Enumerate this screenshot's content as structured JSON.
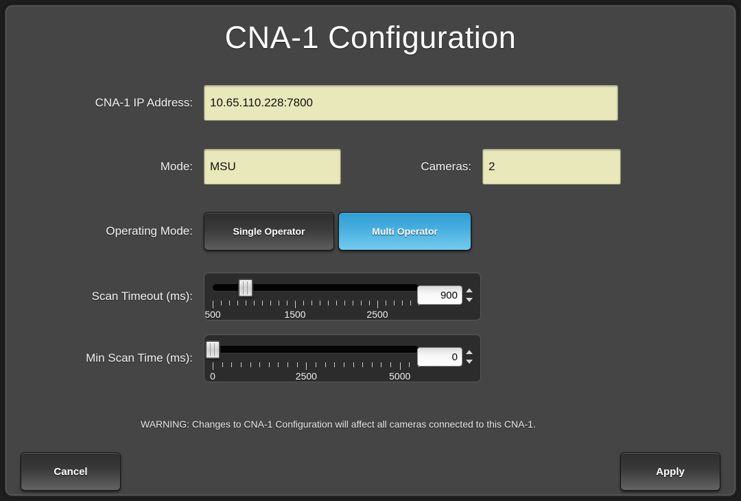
{
  "window": {
    "title": "CNA-1 Configuration"
  },
  "fields": {
    "ip": {
      "label": "CNA-1 IP Address:",
      "value": "10.65.110.228:7800"
    },
    "mode": {
      "label": "Mode:",
      "value": "MSU"
    },
    "cameras": {
      "label": "Cameras:",
      "value": "2"
    }
  },
  "operating_mode": {
    "label": "Operating Mode:",
    "options": [
      "Single Operator",
      "Multi Operator"
    ],
    "selected": "Multi Operator"
  },
  "sliders": {
    "scan_timeout": {
      "label": "Scan Timeout (ms):",
      "value": "900",
      "min": 500,
      "max": 3000,
      "tick_labels": [
        "500",
        "1500",
        "2500"
      ],
      "tick_label_values": [
        500,
        1500,
        2500
      ],
      "minor_tick_step": 100
    },
    "min_scan_time": {
      "label": "Min Scan Time (ms):",
      "value": "0",
      "min": 0,
      "max": 5500,
      "tick_labels": [
        "0",
        "2500",
        "5000"
      ],
      "tick_label_values": [
        0,
        2500,
        5000
      ],
      "minor_tick_step": 250
    }
  },
  "warning": {
    "text": "WARNING: Changes to CNA-1 Configuration will affect all cameras connected to this CNA-1."
  },
  "buttons": {
    "cancel": "Cancel",
    "apply": "Apply"
  },
  "colors": {
    "window_bg": "#454545",
    "field_bg": "#e8e8bb",
    "accent_blue": "#46aedf",
    "text": "#ffffff",
    "panel_bg": "#2c2c2c"
  },
  "icons": {
    "spin_up": "spin-up-arrow-icon",
    "spin_down": "spin-down-arrow-icon",
    "slider_handle": "slider-handle-icon"
  }
}
